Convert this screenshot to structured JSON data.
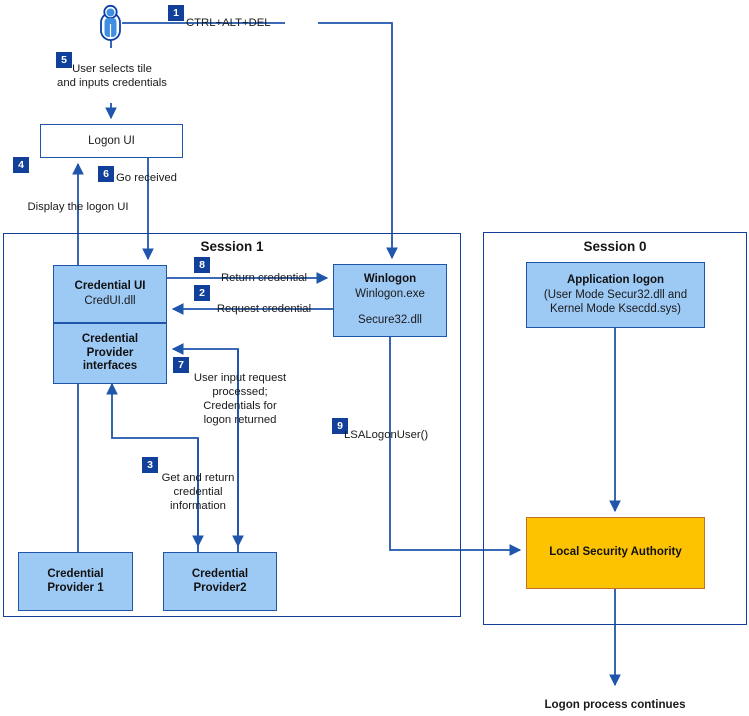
{
  "diagram": {
    "title_session1": "Session 1",
    "title_session0": "Session 0"
  },
  "nodes": {
    "logon_ui": {
      "label": "Logon UI"
    },
    "credential_ui": {
      "label": "Credential UI",
      "sub": "CredUI.dll"
    },
    "credential_provider_interfaces": {
      "line1": "Credential",
      "line2": "Provider",
      "line3": "interfaces"
    },
    "winlogon": {
      "label": "Winlogon",
      "sub": "Winlogon.exe",
      "sub2": "Secure32.dll"
    },
    "credential_provider_1": {
      "line1": "Credential",
      "line2": "Provider 1"
    },
    "credential_provider_2": {
      "line1": "Credential",
      "line2": "Provider2"
    },
    "application_logon": {
      "label": "Application logon",
      "sub1": "(User Mode Secur32.dll and",
      "sub2": "Kernel Mode Ksecdd.sys)"
    },
    "local_security_authority": {
      "label": "Local Security Authority"
    }
  },
  "steps": [
    {
      "n": "1",
      "label": "CTRL+ALT+DEL"
    },
    {
      "n": "2",
      "label": "Request credential"
    },
    {
      "n": "3",
      "label": "Get and return\ncredential\ninformation"
    },
    {
      "n": "4",
      "label": "Display the logon UI"
    },
    {
      "n": "5",
      "label": "User selects tile\nand inputs credentials"
    },
    {
      "n": "6",
      "label": "Go received"
    },
    {
      "n": "7",
      "label": "User input request\nprocessed;\nCredentials for\nlogon returned"
    },
    {
      "n": "8",
      "label": "Return credential"
    },
    {
      "n": "9",
      "label": "LSALogonUser()"
    }
  ],
  "footer": {
    "label": "Logon process continues"
  },
  "icons": {
    "user": "user-person-icon"
  },
  "colors": {
    "stroke": "#1f56ab",
    "outline": "#10409a",
    "node_fill": "#9dc9f5",
    "lsa_fill": "#fdc300",
    "lsa_stroke": "#c0722a",
    "badge_bg": "#10409a"
  }
}
